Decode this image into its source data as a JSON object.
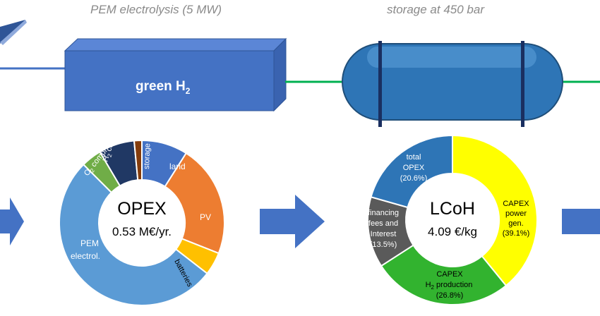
{
  "captions": {
    "electrolysis": "PEM electrolysis (5 MW)",
    "storage": "storage at 450 bar"
  },
  "electrolyzer_label": "green H",
  "electrolyzer_label_sub": "2",
  "opex_center": {
    "title": "OPEX",
    "value": "0.53 M€/yr."
  },
  "lcoh_center": {
    "title": "LCoH",
    "value": "4.09 €/kg"
  },
  "colors": {
    "box_front": "#4472c4",
    "tank": "#2e75b6",
    "pipe_green": "#00b050",
    "arrow": "#4472c4",
    "pv_orange": "#ed7d31",
    "yellow": "#ffff00",
    "green": "#32b32f",
    "gray": "#5a5a5a",
    "navy": "#203864"
  },
  "chart_data": [
    {
      "type": "pie",
      "title": "OPEX",
      "slices": [
        {
          "label": "land",
          "value": 9,
          "color": "#4472c4"
        },
        {
          "label": "PV",
          "value": 22,
          "color": "#ed7d31"
        },
        {
          "label": "batteries",
          "value": 4.5,
          "color": "#ffc000"
        },
        {
          "label": "PEM electrol.",
          "value": 52,
          "color": "#5b9bd5"
        },
        {
          "label": "O2 compr.",
          "value": 4,
          "color": "#70ad47"
        },
        {
          "label": "H2 compr.",
          "value": 7,
          "color": "#203864"
        },
        {
          "label": "storage",
          "value": 1.5,
          "color": "#843c0c"
        }
      ]
    },
    {
      "type": "pie",
      "title": "LCoH",
      "slices": [
        {
          "label": "CAPEX power gen. (39.1%)",
          "value": 39.1,
          "color": "#ffff00"
        },
        {
          "label": "CAPEX H2 production (26.8%)",
          "value": 26.8,
          "color": "#32b32f"
        },
        {
          "label": "financing fees and Interest (13.5%)",
          "value": 13.5,
          "color": "#5a5a5a"
        },
        {
          "label": "total OPEX (20.6%)",
          "value": 20.6,
          "color": "#2e75b6"
        }
      ]
    }
  ],
  "labels": {
    "opex": {
      "land": "land",
      "pv": "PV",
      "batteries": "batteries",
      "pem1": "PEM",
      "pem2": "electrol.",
      "o2": "O",
      "o2_sub": "2",
      "o2_rest": " compr.",
      "h2": "H",
      "h2_sub": "2",
      "h2_rest": " compr.",
      "storage": "storage"
    },
    "lcoh": {
      "capex_power": [
        "CAPEX",
        "power",
        "gen.",
        "(39.1%)"
      ],
      "capex_h2": [
        "CAPEX",
        "H",
        "2",
        " production",
        "(26.8%)"
      ],
      "financing": [
        "financing",
        "fees and",
        "Interest",
        "(13.5%)"
      ],
      "opex": [
        "total",
        "OPEX",
        "(20.6%)"
      ]
    }
  }
}
